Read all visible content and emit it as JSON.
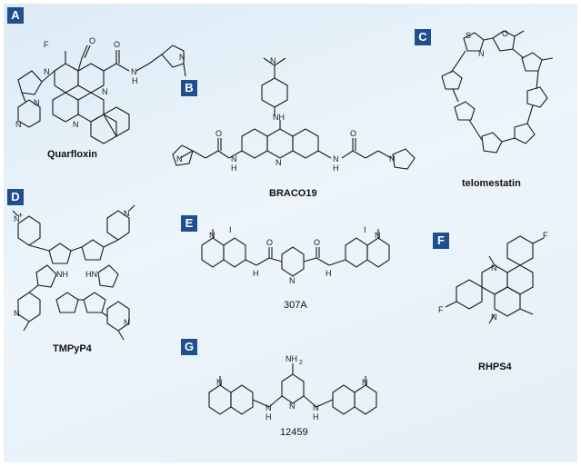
{
  "panels": [
    {
      "id": "A",
      "caption": "Quarfloxin"
    },
    {
      "id": "B",
      "caption": "BRACO19"
    },
    {
      "id": "C",
      "caption": "telomestatin"
    },
    {
      "id": "D",
      "caption": "TMPyP4"
    },
    {
      "id": "E",
      "caption": "307A"
    },
    {
      "id": "F",
      "caption": "RHPS4"
    },
    {
      "id": "G",
      "caption": "12459"
    }
  ],
  "atoms": {
    "a_F": "F",
    "a_O": "O",
    "a_N1": "N",
    "a_N2": "N",
    "a_N3": "N",
    "a_NH": "N",
    "a_H": "H",
    "a_N4": "N",
    "a_N5": "N",
    "a_N6": "N",
    "a_O2": "O",
    "b_N1": "N",
    "b_NH": "NH",
    "b_N2": "N",
    "b_HN1": "N",
    "b_H1": "H",
    "b_HN2": "N",
    "b_H2": "H",
    "b_O1": "O",
    "b_O2": "O",
    "b_N3": "N",
    "b_N4": "N",
    "c_S": "S",
    "c_N": "N",
    "c_O": "O",
    "d_N": "N",
    "d_NH": "NH",
    "d_HN": "HN",
    "d_plus": "+",
    "e_I1": "I",
    "e_I2": "I",
    "e_N": "N",
    "e_O": "O",
    "e_H": "H",
    "f_F1": "F",
    "f_F2": "F",
    "f_N1": "N",
    "f_N2": "N",
    "g_NH2": "NH",
    "g_sub2": "2",
    "g_N": "N",
    "g_H": "H"
  }
}
